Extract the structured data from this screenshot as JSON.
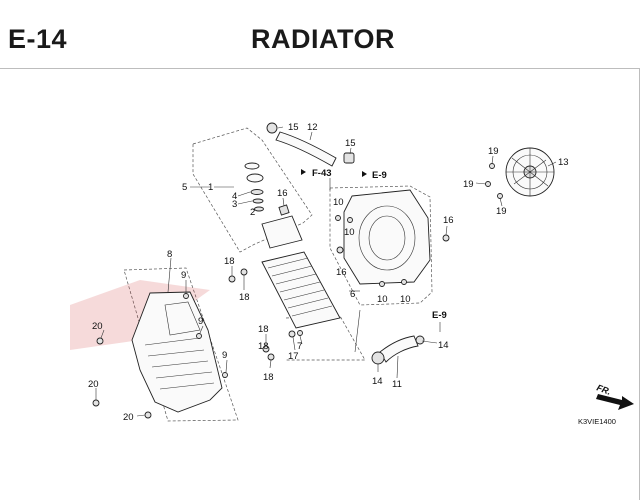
{
  "header": {
    "section_code": "E-14",
    "title": "RADIATOR"
  },
  "callouts": [
    {
      "id": "c5",
      "label": "5"
    },
    {
      "id": "c1",
      "label": "1"
    },
    {
      "id": "c4",
      "label": "4"
    },
    {
      "id": "c3",
      "label": "3"
    },
    {
      "id": "c2",
      "label": "2"
    },
    {
      "id": "c15a",
      "label": "15"
    },
    {
      "id": "c12",
      "label": "12"
    },
    {
      "id": "c15b",
      "label": "15"
    },
    {
      "id": "c16a",
      "label": "16"
    },
    {
      "id": "c10a",
      "label": "10"
    },
    {
      "id": "c10b",
      "label": "10"
    },
    {
      "id": "c16b",
      "label": "16"
    },
    {
      "id": "c16c",
      "label": "16"
    },
    {
      "id": "c6",
      "label": "6"
    },
    {
      "id": "c10c",
      "label": "10"
    },
    {
      "id": "c10d",
      "label": "10"
    },
    {
      "id": "c19a",
      "label": "19"
    },
    {
      "id": "c19b",
      "label": "19"
    },
    {
      "id": "c19c",
      "label": "19"
    },
    {
      "id": "c13",
      "label": "13"
    },
    {
      "id": "c8",
      "label": "8"
    },
    {
      "id": "c9a",
      "label": "9"
    },
    {
      "id": "c9b",
      "label": "9"
    },
    {
      "id": "c9c",
      "label": "9"
    },
    {
      "id": "c20a",
      "label": "20"
    },
    {
      "id": "c20b",
      "label": "20"
    },
    {
      "id": "c20c",
      "label": "20"
    },
    {
      "id": "c18a",
      "label": "18"
    },
    {
      "id": "c18b",
      "label": "18"
    },
    {
      "id": "c18c",
      "label": "18"
    },
    {
      "id": "c18d",
      "label": "18"
    },
    {
      "id": "c18e",
      "label": "18"
    },
    {
      "id": "c7",
      "label": "7"
    },
    {
      "id": "c17",
      "label": "17"
    },
    {
      "id": "c14a",
      "label": "14"
    },
    {
      "id": "c14b",
      "label": "14"
    },
    {
      "id": "c11",
      "label": "11"
    }
  ],
  "references": {
    "f43": "F-43",
    "e9_top": "E-9",
    "e9_bottom": "E-9"
  },
  "direction_label": "FR.",
  "diagram_code": "K3VIE1400"
}
